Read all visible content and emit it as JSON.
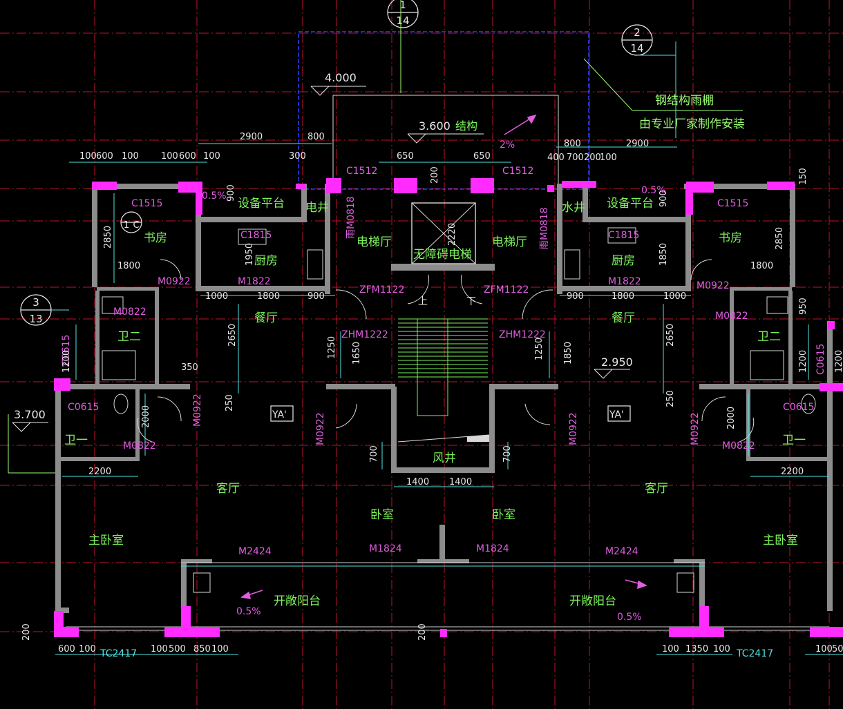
{
  "colors": {
    "background": "#000000",
    "grid_red": "#c0142a",
    "wall_gray": "#8c8c8c",
    "column_magenta": "#ff2bff",
    "label_green": "#7cf25b",
    "dim_white": "#e8e8e8",
    "dim_cyan": "#4fe3e3",
    "door_magenta": "#e05ee0",
    "canopy_blue": "#2a3cff",
    "note_green": "#9cff73"
  },
  "callouts": [
    {
      "top": "1",
      "bottom": "14"
    },
    {
      "top": "2",
      "bottom": "14"
    },
    {
      "top": "3",
      "bottom": "13"
    },
    {
      "top": "1",
      "bottom": "C"
    }
  ],
  "elevations": {
    "canopy": "4.000",
    "structure_value": "3.600",
    "structure_note": "结构",
    "left_unit": "3.700",
    "right_unit": "2.950"
  },
  "slopes": [
    "0.5%",
    "0.5%",
    "2%",
    "0.5%",
    "0.5%"
  ],
  "notes": {
    "canopy_line1": "钢结构雨棚",
    "canopy_line2": "由专业厂家制作安装"
  },
  "rooms": {
    "study": "书房",
    "equipment_platform": "设备平台",
    "elec_shaft": "电井",
    "water_shaft": "水井",
    "elevator_hall": "电梯厅",
    "accessible_elevator": "无障碍电梯",
    "kitchen": "厨房",
    "dining": "餐厅",
    "bath_two": "卫二",
    "bath_one": "卫一",
    "living": "客厅",
    "bedroom": "卧室",
    "master_bedroom": "主卧室",
    "balcony": "开敞阳台",
    "air_shaft": "风井",
    "stair_up": "上",
    "stair_down": "下",
    "unit_type": "YA'"
  },
  "openings": {
    "C1512": "C1512",
    "C1515": "C1515",
    "C1815": "C1815",
    "C0615": "C0615",
    "M0922": "M0922",
    "M1822": "M1822",
    "M0822": "M0822",
    "M2424": "M2424",
    "M1824": "M1824",
    "ZFM1122": "ZFM1122",
    "ZHM1222": "ZHM1222",
    "YM0818": "雨M0818",
    "TC2417": "TC2417"
  },
  "dims": {
    "d2900": "2900",
    "d800": "800",
    "d300": "300",
    "d650": "650",
    "d200": "200",
    "d100": "100",
    "d600": "600",
    "d50": "50",
    "d2850": "2850",
    "d1800": "1800",
    "d1950": "1950",
    "d1850": "1850",
    "d1000": "1000",
    "d900": "900",
    "d2650": "2650",
    "d1650": "1650",
    "d1250": "1250",
    "d1200": "1200",
    "d350": "350",
    "d250": "250",
    "d2000": "2000",
    "d2200": "2200",
    "d700": "700",
    "d1400": "1400",
    "d500": "500",
    "d850": "850",
    "d1350": "1350",
    "d400": "400",
    "d150": "150",
    "d950": "950",
    "d2220": "2220",
    "d1200v": "1200"
  }
}
